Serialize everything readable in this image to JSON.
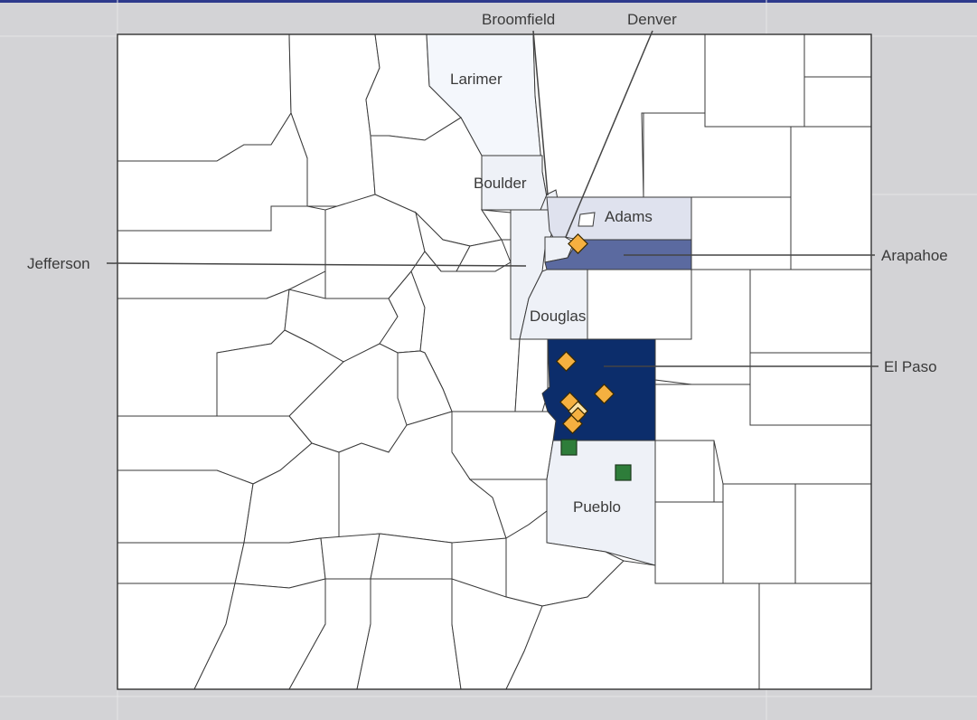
{
  "map": {
    "region": "Colorado",
    "colors": {
      "background": "#d3d3d6",
      "county_default": "#ffffff",
      "el_paso": "#0c2d6b",
      "arapahoe": "#5b6aa0",
      "adams": "#dfe2ee",
      "light_tint": "#eef1f7",
      "larimer": "#f4f7fc",
      "diamond_marker": "#f5b040",
      "diamond_marker_light": "#fbe3a8",
      "square_marker": "#2e7d3a"
    },
    "labels": {
      "larimer": "Larimer",
      "boulder": "Boulder",
      "broomfield": "Broomfield",
      "denver": "Denver",
      "adams": "Adams",
      "arapahoe": "Arapahoe",
      "jefferson": "Jefferson",
      "douglas": "Douglas",
      "el_paso": "El Paso",
      "pueblo": "Pueblo"
    },
    "markers": {
      "diamond_count": 7,
      "square_count": 2
    }
  }
}
